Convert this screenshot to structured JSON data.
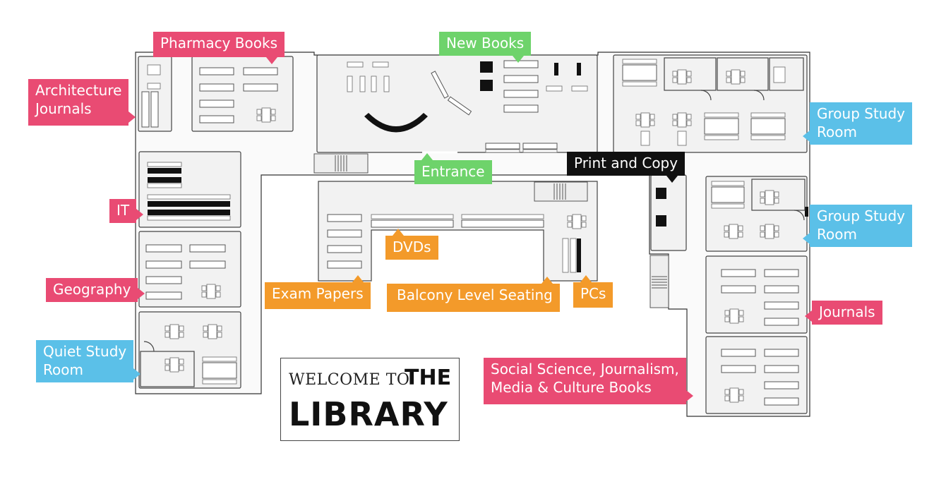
{
  "labels": {
    "pharmacy": "Pharmacy Books",
    "architecture_1": "Architecture",
    "architecture_2": "Journals",
    "it": "IT",
    "geography": "Geography",
    "quiet_1": "Quiet Study",
    "quiet_2": "Room",
    "new_books": "New Books",
    "entrance": "Entrance",
    "group_top_1": "Group Study",
    "group_top_2": "Room",
    "print_copy": "Print and Copy",
    "group_mid_1": "Group Study",
    "group_mid_2": "Room",
    "dvds": "DVDs",
    "exam_papers": "Exam Papers",
    "balcony": "Balcony Level Seating",
    "pcs": "PCs",
    "journals": "Journals",
    "social_1": "Social Science, Journalism,",
    "social_2": "Media & Culture Books"
  },
  "welcome": {
    "line1": "WELCOME TO",
    "line2": "THE",
    "line3": "LIBRARY"
  },
  "colors": {
    "collections": "#e94b73",
    "study_rooms": "#5bc0e8",
    "entrance_new": "#6ed36b",
    "balcony": "#f39a2a",
    "services": "#111111"
  }
}
